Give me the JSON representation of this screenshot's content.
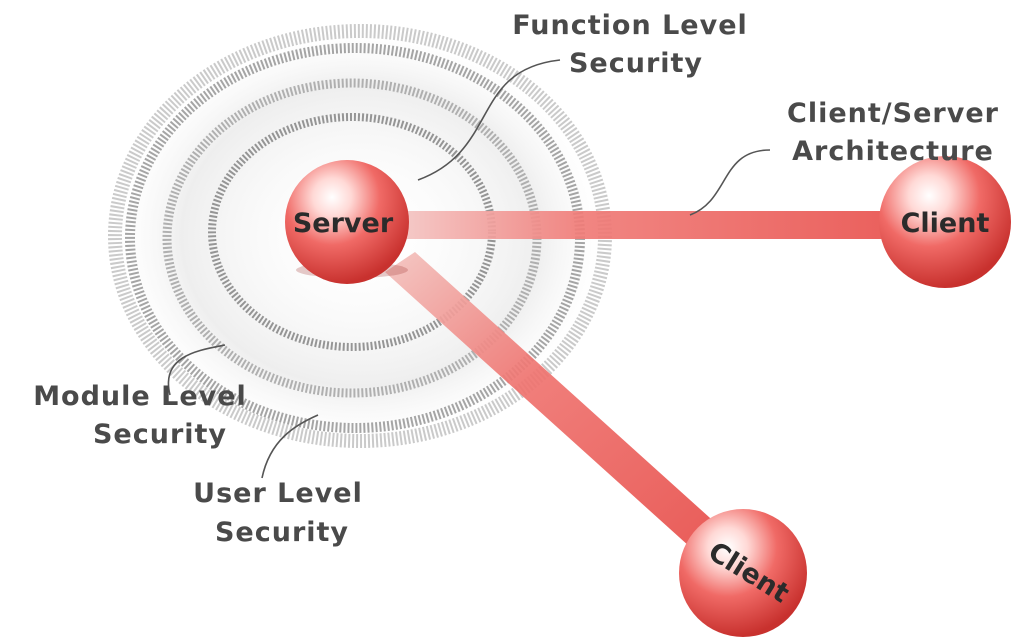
{
  "labels": {
    "function_level": [
      "Function Level",
      "Security"
    ],
    "client_server": [
      "Client/Server",
      "Architecture"
    ],
    "module_level": [
      "Module Level",
      "Security"
    ],
    "user_level": [
      "User Level",
      "Security"
    ]
  },
  "nodes": {
    "server": "Server",
    "client_right": "Client",
    "client_bottom": "Client"
  },
  "colors": {
    "node_fill": "#e85a5a",
    "link": "#ee5b5b",
    "ring": "#8a8a8a"
  }
}
